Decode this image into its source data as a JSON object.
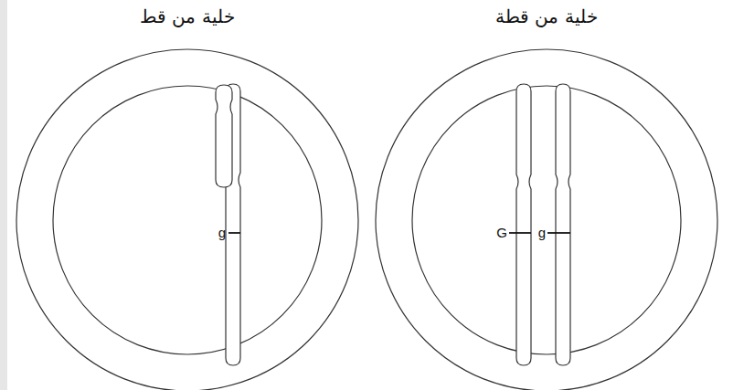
{
  "diagram": {
    "nodes": [
      {
        "text": [
          "خلية من قط"
        ]
      },
      {
        "text": [
          "خلية من قطة"
        ]
      }
    ],
    "labels": [
      "g",
      "G",
      "g"
    ]
  }
}
